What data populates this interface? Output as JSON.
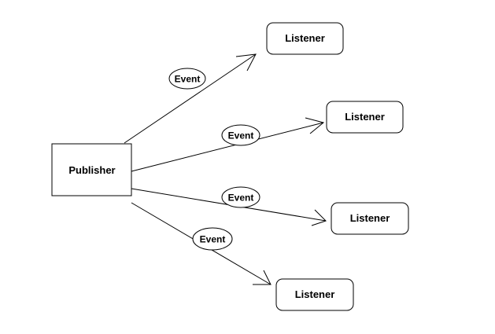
{
  "publisher": {
    "label": "Publisher"
  },
  "listeners": [
    {
      "label": "Listener"
    },
    {
      "label": "Listener"
    },
    {
      "label": "Listener"
    },
    {
      "label": "Listener"
    }
  ],
  "events": [
    {
      "label": "Event"
    },
    {
      "label": "Event"
    },
    {
      "label": "Event"
    },
    {
      "label": "Event"
    }
  ],
  "colors": {
    "stroke": "#000000",
    "fill": "#ffffff",
    "background": "#ffffff"
  }
}
